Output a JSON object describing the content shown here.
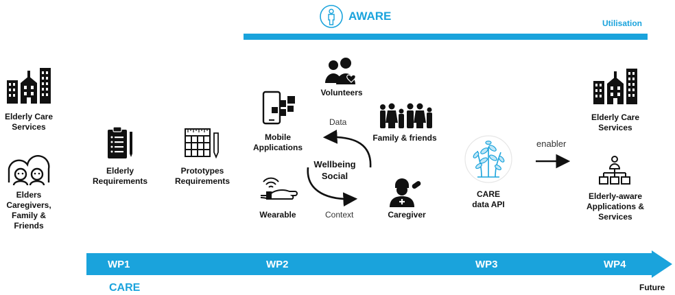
{
  "colors": {
    "accent": "#1aa3dc",
    "dark": "#111111"
  },
  "aware": {
    "title": "AWARE",
    "utilisation": "Utilisation"
  },
  "left": {
    "services_line1": "Elderly Care",
    "services_line2": "Services",
    "elders_line1": "Elders",
    "elders_line2": "Caregivers,",
    "elders_line3": "Family &",
    "elders_line4": "Friends"
  },
  "wp1": {
    "req_line1": "Elderly",
    "req_line2": "Requirements"
  },
  "proto": {
    "line1": "Prototypes",
    "line2": "Requirements"
  },
  "wp2": {
    "volunteers": "Volunteers",
    "mobile_line1": "Mobile",
    "mobile_line2": "Applications",
    "family": "Family & friends",
    "data": "Data",
    "wellbeing": "Wellbeing",
    "social": "Social",
    "wearable": "Wearable",
    "context": "Context",
    "caregiver": "Caregiver"
  },
  "wp3": {
    "api_line1": "CARE",
    "api_line2": "data API"
  },
  "wp4": {
    "enabler": "enabler",
    "services_line1": "Elderly Care",
    "services_line2": "Services",
    "apps_line1": "Elderly-aware",
    "apps_line2": "Applications &",
    "apps_line3": "Services"
  },
  "timeline": {
    "wp1": "WP1",
    "wp2": "WP2",
    "wp3": "WP3",
    "wp4": "WP4",
    "care": "CARE",
    "future": "Future"
  },
  "icons": [
    "person-icon",
    "buildings-icon",
    "elders-icon",
    "clipboard-icon",
    "prototype-grid-icon",
    "volunteers-icon",
    "mobile-apps-icon",
    "family-icon",
    "wearable-icon",
    "caregiver-icon",
    "plant-icon",
    "hierarchy-icon"
  ]
}
